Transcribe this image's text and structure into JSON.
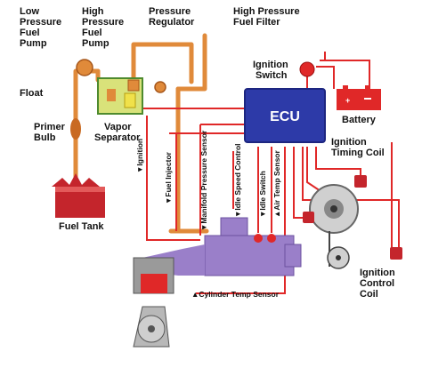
{
  "labels": {
    "low_pressure_pump": [
      "Low",
      "Pressure",
      "Fuel",
      "Pump"
    ],
    "high_pressure_pump": [
      "High",
      "Pressure",
      "Fuel",
      "Pump"
    ],
    "pressure_regulator": [
      "Pressure",
      "Regulator"
    ],
    "high_pressure_filter": [
      "High Pressure",
      "Fuel Filter"
    ],
    "float": "Float",
    "primer_bulb": [
      "Primer",
      "Bulb"
    ],
    "vapor_separator": [
      "Vapor",
      "Separator"
    ],
    "ignition_switch": [
      "Ignition",
      "Switch"
    ],
    "ecu": "ECU",
    "battery": "Battery",
    "battery_plus": "+",
    "ignition_timing_coil": [
      "Ignition",
      "Timing Coil"
    ],
    "fuel_tank": "Fuel Tank",
    "ignition_control_coil": [
      "Ignition",
      "Control",
      "Coil"
    ],
    "cylinder_temp_sensor": "Cylinder Temp Sensor"
  },
  "signals": {
    "ignition": "Ignition",
    "fuel_injector": "Fuel Injector",
    "manifold_pressure_sensor": "Manifold Pressure Sensor",
    "idle_speed_control": "Idle Speed Control",
    "idle_switch": "Idle Switch",
    "air_temp_sensor": "Air Temp Sensor"
  },
  "colors": {
    "fuel_line": "#e08a3a",
    "fuel_line_dark": "#b5601c",
    "wire": "#e02828",
    "ecu": "#2d3aa8",
    "engine": "#9a7fc9",
    "tank": "#c4252c",
    "separator": "#d9e27a"
  }
}
